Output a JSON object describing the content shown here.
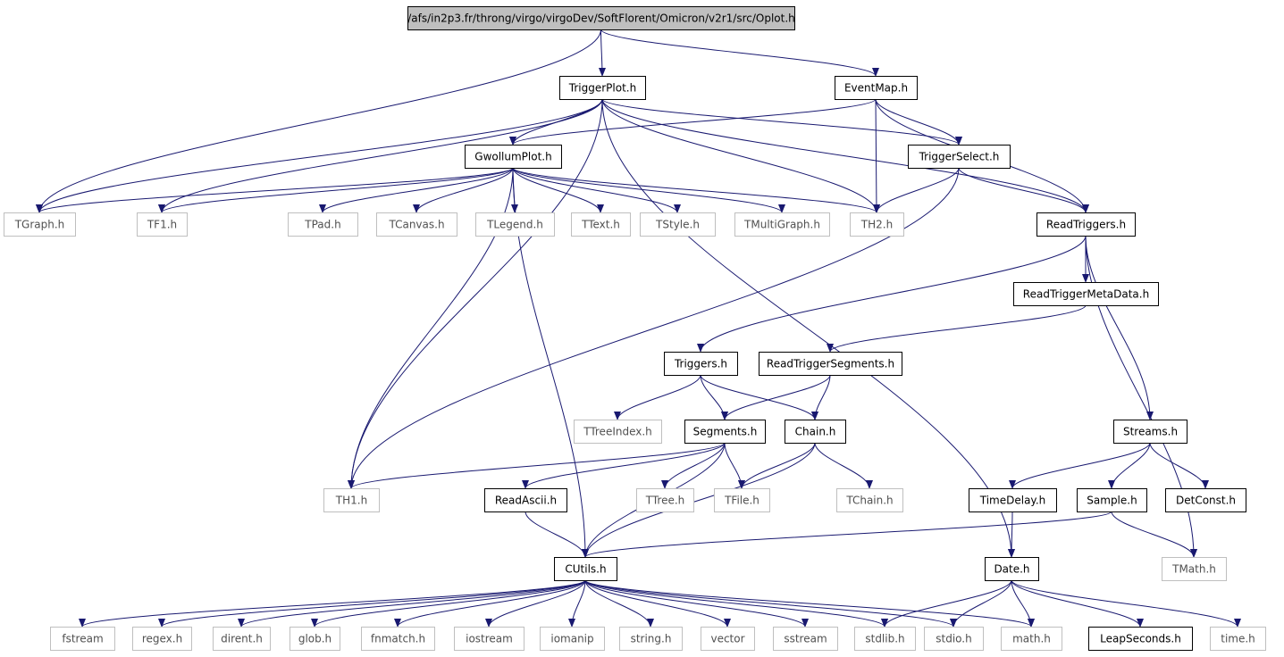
{
  "colors": {
    "edge": "#191970",
    "root_fill": "#bfbfbf",
    "node_border": "#000000",
    "external_border": "#bfbfbf",
    "text": "#000000",
    "external_text": "#505050"
  },
  "nodes": [
    {
      "id": "oplot",
      "label": "/afs/in2p3.fr/throng/virgo/virgoDev/SoftFlorent/Omicron/v2r1/src/Oplot.h",
      "kind": "root"
    },
    {
      "id": "triggerplot",
      "label": "TriggerPlot.h",
      "kind": "internal"
    },
    {
      "id": "eventmap",
      "label": "EventMap.h",
      "kind": "internal"
    },
    {
      "id": "gwollumplot",
      "label": "GwollumPlot.h",
      "kind": "internal"
    },
    {
      "id": "triggerselect",
      "label": "TriggerSelect.h",
      "kind": "internal"
    },
    {
      "id": "tgraph",
      "label": "TGraph.h",
      "kind": "external"
    },
    {
      "id": "tf1",
      "label": "TF1.h",
      "kind": "external"
    },
    {
      "id": "tpad",
      "label": "TPad.h",
      "kind": "external"
    },
    {
      "id": "tcanvas",
      "label": "TCanvas.h",
      "kind": "external"
    },
    {
      "id": "tlegend",
      "label": "TLegend.h",
      "kind": "external"
    },
    {
      "id": "ttext",
      "label": "TText.h",
      "kind": "external"
    },
    {
      "id": "tstyle",
      "label": "TStyle.h",
      "kind": "external"
    },
    {
      "id": "tmultigraph",
      "label": "TMultiGraph.h",
      "kind": "external"
    },
    {
      "id": "th2",
      "label": "TH2.h",
      "kind": "external"
    },
    {
      "id": "readtriggers",
      "label": "ReadTriggers.h",
      "kind": "internal"
    },
    {
      "id": "readtriggermetadata",
      "label": "ReadTriggerMetaData.h",
      "kind": "internal"
    },
    {
      "id": "triggers",
      "label": "Triggers.h",
      "kind": "internal"
    },
    {
      "id": "readtriggersegments",
      "label": "ReadTriggerSegments.h",
      "kind": "internal"
    },
    {
      "id": "ttreeindex",
      "label": "TTreeIndex.h",
      "kind": "external"
    },
    {
      "id": "segments",
      "label": "Segments.h",
      "kind": "internal"
    },
    {
      "id": "chain",
      "label": "Chain.h",
      "kind": "internal"
    },
    {
      "id": "streams",
      "label": "Streams.h",
      "kind": "internal"
    },
    {
      "id": "th1",
      "label": "TH1.h",
      "kind": "external"
    },
    {
      "id": "readascii",
      "label": "ReadAscii.h",
      "kind": "internal"
    },
    {
      "id": "ttree",
      "label": "TTree.h",
      "kind": "external"
    },
    {
      "id": "tfile",
      "label": "TFile.h",
      "kind": "external"
    },
    {
      "id": "tchain",
      "label": "TChain.h",
      "kind": "external"
    },
    {
      "id": "timedelay",
      "label": "TimeDelay.h",
      "kind": "internal"
    },
    {
      "id": "sample",
      "label": "Sample.h",
      "kind": "internal"
    },
    {
      "id": "detconst",
      "label": "DetConst.h",
      "kind": "internal"
    },
    {
      "id": "cutils",
      "label": "CUtils.h",
      "kind": "internal"
    },
    {
      "id": "date",
      "label": "Date.h",
      "kind": "internal"
    },
    {
      "id": "tmath",
      "label": "TMath.h",
      "kind": "external"
    },
    {
      "id": "fstream",
      "label": "fstream",
      "kind": "external"
    },
    {
      "id": "regex",
      "label": "regex.h",
      "kind": "external"
    },
    {
      "id": "dirent",
      "label": "dirent.h",
      "kind": "external"
    },
    {
      "id": "glob",
      "label": "glob.h",
      "kind": "external"
    },
    {
      "id": "fnmatch",
      "label": "fnmatch.h",
      "kind": "external"
    },
    {
      "id": "iostream",
      "label": "iostream",
      "kind": "external"
    },
    {
      "id": "iomanip",
      "label": "iomanip",
      "kind": "external"
    },
    {
      "id": "string",
      "label": "string.h",
      "kind": "external"
    },
    {
      "id": "vector",
      "label": "vector",
      "kind": "external"
    },
    {
      "id": "sstream",
      "label": "sstream",
      "kind": "external"
    },
    {
      "id": "stdlib",
      "label": "stdlib.h",
      "kind": "external"
    },
    {
      "id": "stdio",
      "label": "stdio.h",
      "kind": "external"
    },
    {
      "id": "math",
      "label": "math.h",
      "kind": "external"
    },
    {
      "id": "leapseconds",
      "label": "LeapSeconds.h",
      "kind": "internal"
    },
    {
      "id": "time",
      "label": "time.h",
      "kind": "external"
    }
  ],
  "edges": [
    [
      "oplot",
      "triggerplot"
    ],
    [
      "oplot",
      "eventmap"
    ],
    [
      "oplot",
      "tgraph"
    ],
    [
      "triggerplot",
      "gwollumplot"
    ],
    [
      "triggerplot",
      "triggerselect"
    ],
    [
      "triggerplot",
      "tgraph"
    ],
    [
      "triggerplot",
      "tf1"
    ],
    [
      "triggerplot",
      "th1"
    ],
    [
      "triggerplot",
      "th2"
    ],
    [
      "triggerplot",
      "readtriggers"
    ],
    [
      "triggerplot",
      "date"
    ],
    [
      "eventmap",
      "gwollumplot"
    ],
    [
      "eventmap",
      "triggerselect"
    ],
    [
      "eventmap",
      "th2"
    ],
    [
      "eventmap",
      "readtriggers"
    ],
    [
      "gwollumplot",
      "tgraph"
    ],
    [
      "gwollumplot",
      "tf1"
    ],
    [
      "gwollumplot",
      "tpad"
    ],
    [
      "gwollumplot",
      "tcanvas"
    ],
    [
      "gwollumplot",
      "tlegend"
    ],
    [
      "gwollumplot",
      "ttext"
    ],
    [
      "gwollumplot",
      "tstyle"
    ],
    [
      "gwollumplot",
      "tmultigraph"
    ],
    [
      "gwollumplot",
      "th2"
    ],
    [
      "gwollumplot",
      "th1"
    ],
    [
      "gwollumplot",
      "cutils"
    ],
    [
      "triggerselect",
      "th2"
    ],
    [
      "triggerselect",
      "readtriggers"
    ],
    [
      "triggerselect",
      "th1"
    ],
    [
      "readtriggers",
      "readtriggermetadata"
    ],
    [
      "readtriggers",
      "triggers"
    ],
    [
      "readtriggers",
      "streams"
    ],
    [
      "readtriggers",
      "tmath"
    ],
    [
      "readtriggermetadata",
      "readtriggersegments"
    ],
    [
      "readtriggersegments",
      "segments"
    ],
    [
      "readtriggersegments",
      "chain"
    ],
    [
      "triggers",
      "ttreeindex"
    ],
    [
      "triggers",
      "segments"
    ],
    [
      "triggers",
      "chain"
    ],
    [
      "segments",
      "th1"
    ],
    [
      "segments",
      "readascii"
    ],
    [
      "segments",
      "ttree"
    ],
    [
      "segments",
      "tfile"
    ],
    [
      "segments",
      "cutils"
    ],
    [
      "chain",
      "tfile"
    ],
    [
      "chain",
      "tchain"
    ],
    [
      "chain",
      "cutils"
    ],
    [
      "readascii",
      "cutils"
    ],
    [
      "streams",
      "timedelay"
    ],
    [
      "streams",
      "sample"
    ],
    [
      "streams",
      "detconst"
    ],
    [
      "timedelay",
      "date"
    ],
    [
      "sample",
      "cutils"
    ],
    [
      "sample",
      "tmath"
    ],
    [
      "cutils",
      "fstream"
    ],
    [
      "cutils",
      "regex"
    ],
    [
      "cutils",
      "dirent"
    ],
    [
      "cutils",
      "glob"
    ],
    [
      "cutils",
      "fnmatch"
    ],
    [
      "cutils",
      "iostream"
    ],
    [
      "cutils",
      "iomanip"
    ],
    [
      "cutils",
      "string"
    ],
    [
      "cutils",
      "vector"
    ],
    [
      "cutils",
      "sstream"
    ],
    [
      "cutils",
      "stdlib"
    ],
    [
      "cutils",
      "stdio"
    ],
    [
      "cutils",
      "math"
    ],
    [
      "date",
      "stdlib"
    ],
    [
      "date",
      "stdio"
    ],
    [
      "date",
      "math"
    ],
    [
      "date",
      "leapseconds"
    ],
    [
      "date",
      "time"
    ]
  ]
}
